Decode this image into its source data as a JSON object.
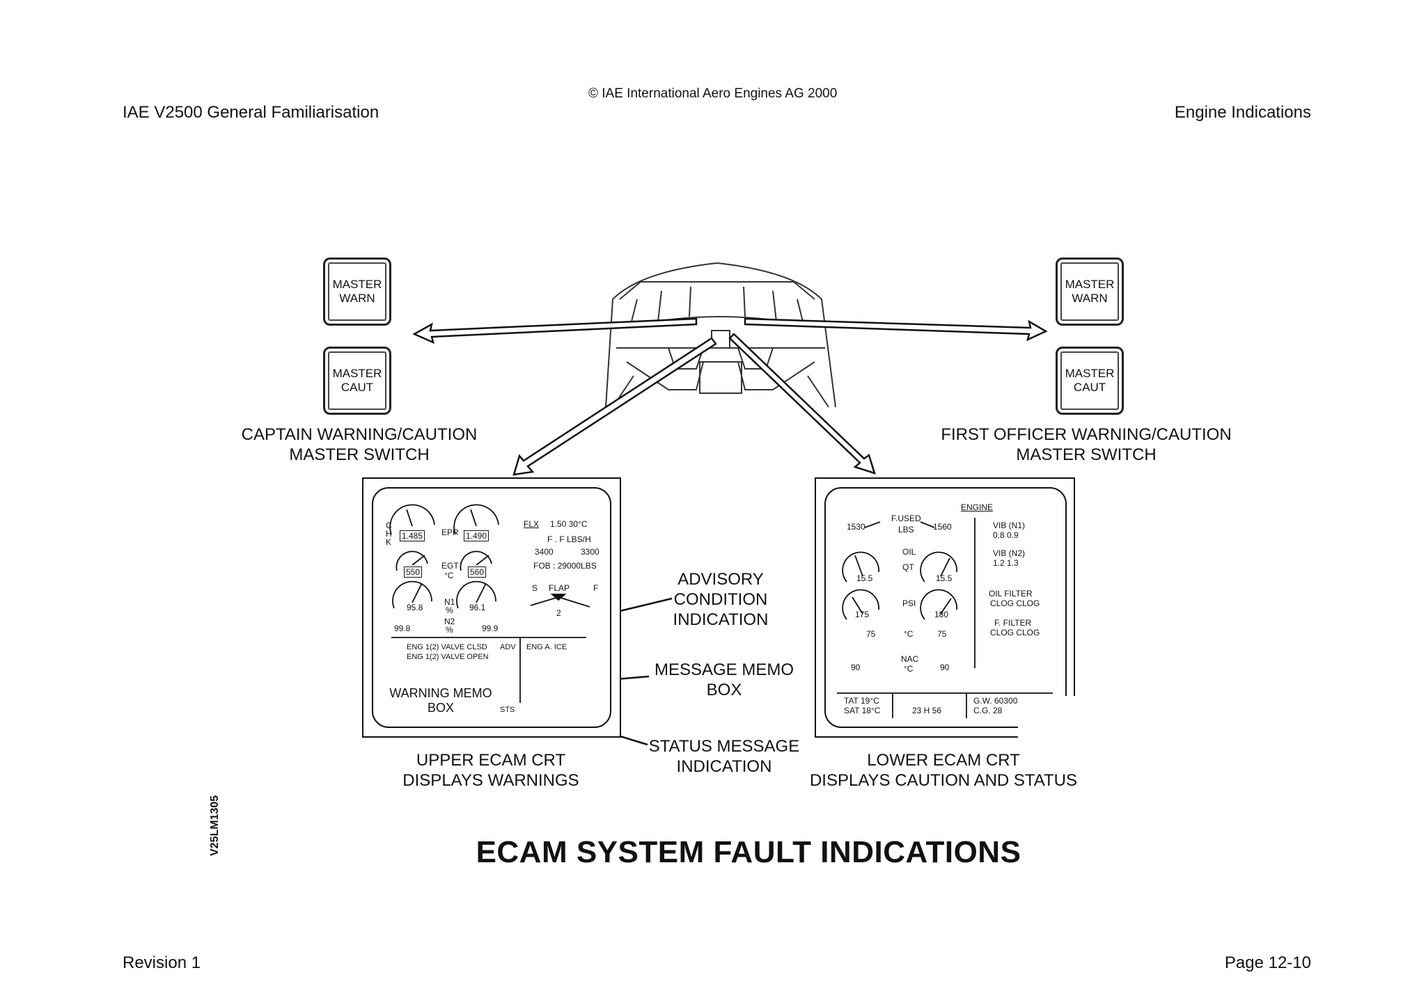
{
  "header": {
    "copyright": "© IAE International Aero Engines AG 2000",
    "doc_title": "IAE V2500 General Familiarisation",
    "section": "Engine Indications"
  },
  "footer": {
    "revision": "Revision 1",
    "page": "Page 12-10"
  },
  "figure_code": "V25LM1305",
  "figure_title": "ECAM SYSTEM FAULT INDICATIONS",
  "buttons": {
    "master_warn": [
      "MASTER",
      "WARN"
    ],
    "master_caut": [
      "MASTER",
      "CAUT"
    ]
  },
  "labels": {
    "captain": [
      "CAPTAIN WARNING/CAUTION",
      "MASTER SWITCH"
    ],
    "first_officer": [
      "FIRST OFFICER WARNING/CAUTION",
      "MASTER SWITCH"
    ],
    "advisory": [
      "ADVISORY",
      "CONDITION",
      "INDICATION"
    ],
    "message_memo": [
      "MESSAGE MEMO",
      "BOX"
    ],
    "status_message": [
      "STATUS MESSAGE",
      "INDICATION"
    ],
    "upper_ecam": [
      "UPPER ECAM CRT",
      "DISPLAYS WARNINGS"
    ],
    "lower_ecam": [
      "LOWER ECAM CRT",
      "DISPLAYS CAUTION AND STATUS"
    ],
    "warning_memo": [
      "WARNING MEMO",
      "BOX"
    ]
  },
  "upper_crt": {
    "chk": [
      "C",
      "H",
      "K"
    ],
    "epr_label": "EPR",
    "epr_left": "1.485",
    "epr_right": "1.490",
    "egt_label": "EGT",
    "egt_unit": "°C",
    "egt_left": "550",
    "egt_right": "560",
    "n1_label": "N1",
    "n1_unit": "%",
    "n1_left": "95.8",
    "n1_right": "96.1",
    "n2_label": "N2",
    "n2_unit": "%",
    "n2_left": "99.8",
    "n2_right": "99.9",
    "flx": "FLX",
    "flx_values": "1.50  30°C",
    "ff_label": "F . F LBS/H",
    "ff_left": "3400",
    "ff_right": "3300",
    "fob": "FOB : 29000LBS",
    "flap_s": "S",
    "flap_label": "FLAP",
    "flap_f": "F",
    "flap_pos": "2",
    "memo_line1": "ENG 1(2) VALVE CLSD",
    "memo_line2": "ENG 1(2) VALVE OPEN",
    "adv": "ADV",
    "eng_a_ice": "ENG A. ICE",
    "sts": "STS"
  },
  "lower_crt": {
    "page_title": "ENGINE",
    "f_used": "F.USED",
    "lbs": "LBS",
    "f_used_left": "1530",
    "f_used_right": "1560",
    "oil": "OIL",
    "qt": "QT",
    "oil_left": "15.5",
    "oil_right": "15.5",
    "psi": "PSI",
    "psi_left": "175",
    "psi_right": "180",
    "temp_unit": "°C",
    "temp_left": "75",
    "temp_right": "75",
    "nac": "NAC",
    "nac_left": "90",
    "nac_right": "90",
    "vib_n1": "VIB   (N1)",
    "vib_n1_vals": "0.8   0.9",
    "vib_n2": "VIB   (N2)",
    "vib_n2_vals": "1.2   1.3",
    "oil_filter": "OIL FILTER",
    "oil_clog": "CLOG  CLOG",
    "f_filter": "F. FILTER",
    "f_clog": "CLOG  CLOG",
    "tat": "TAT   19°C",
    "sat": "SAT   18°C",
    "time": "23 H 56",
    "gw": "G.W. 60300",
    "cg": "C.G. 28"
  }
}
